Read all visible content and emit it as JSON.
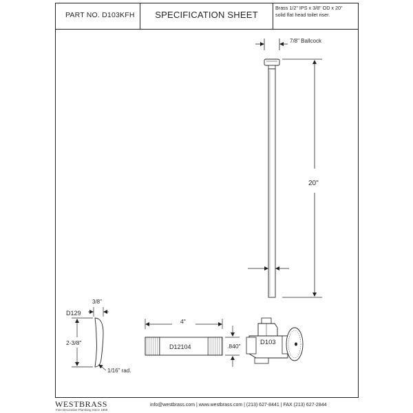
{
  "header": {
    "part_no": "PART NO.  D103KFH",
    "title": "SPECIFICATION SHEET",
    "description_line1": "Brass 1/2\" IPS x 3/8\" OD x 20\"",
    "description_line2": "solid flat head toilet riser."
  },
  "drawing": {
    "ballcock_label": "7/8\" Ballcock",
    "riser_length_label": "20\"",
    "d129_part": "D129",
    "d129_width_label": "3/8\"",
    "d129_height_label": "2-3/8\"",
    "d129_radius_label": "1/16\" rad.",
    "nipple_length_label": "4\"",
    "nipple_part": "D12104",
    "nipple_dia_label": ".840\"",
    "valve_part": "D103"
  },
  "footer": {
    "brand": "WESTBRASS",
    "tagline": "Fine Decorative Plumbing Since 1959",
    "contact": "info@westbrass.com  |  www.westbrass.com  |     (213) 627-8441     |    FAX (213) 627-2844"
  }
}
